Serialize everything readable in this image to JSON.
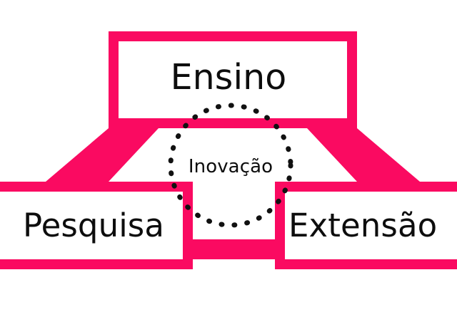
{
  "diagram": {
    "type": "venn-like-triad-block-diagram",
    "title_text_present": false,
    "background_color": "#ffffff",
    "accent_color": "#fa0a61",
    "text_color": "#0d0d0d",
    "circle_stroke_color": "#000000",
    "nodes": [
      {
        "id": "ensino",
        "label": "Ensino",
        "shape": "rectangle",
        "border_color": "#fa0a61",
        "fill": "#ffffff",
        "position": "top-center"
      },
      {
        "id": "pesquisa",
        "label": "Pesquisa",
        "shape": "rectangle",
        "border_color": "#fa0a61",
        "fill": "#ffffff",
        "position": "bottom-left",
        "clipped": "left"
      },
      {
        "id": "extensao",
        "label": "Extensão",
        "shape": "rectangle",
        "border_color": "#fa0a61",
        "fill": "#ffffff",
        "position": "bottom-right",
        "clipped": "right"
      },
      {
        "id": "inovacao",
        "label": "Inovação",
        "shape": "dotted-circle",
        "border_color": "#000000",
        "border_style": "dotted",
        "fill": "none",
        "position": "center"
      }
    ],
    "connectors": [
      {
        "from": "ensino",
        "to": "pesquisa",
        "style": "solid-thick",
        "color": "#fa0a61"
      },
      {
        "from": "ensino",
        "to": "extensao",
        "style": "solid-thick",
        "color": "#fa0a61"
      },
      {
        "from": "pesquisa",
        "to": "extensao",
        "style": "solid-thick",
        "color": "#fa0a61"
      }
    ]
  }
}
